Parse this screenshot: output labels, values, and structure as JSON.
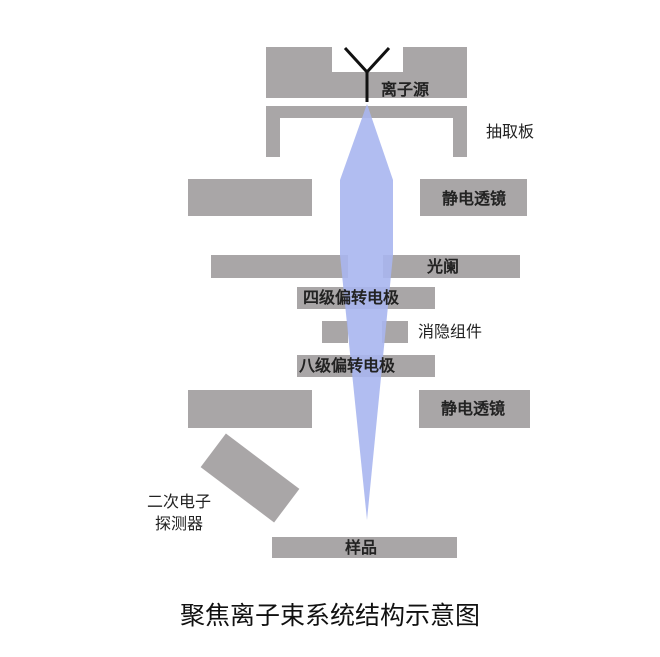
{
  "labels": {
    "ion_source": "离子源",
    "extractor": "抽取板",
    "lens_upper": "静电透镜",
    "aperture": "光阑",
    "quadrupole": "四级偏转电极",
    "blanker": "消隐组件",
    "octupole": "八级偏转电极",
    "lens_lower": "静电透镜",
    "detector_line1": "二次电子",
    "detector_line2": "探测器",
    "sample": "样品"
  },
  "caption": "聚焦离子束系统结构示意图",
  "colors": {
    "block": "#a9a6a7",
    "beam": "#a9b6f0"
  }
}
